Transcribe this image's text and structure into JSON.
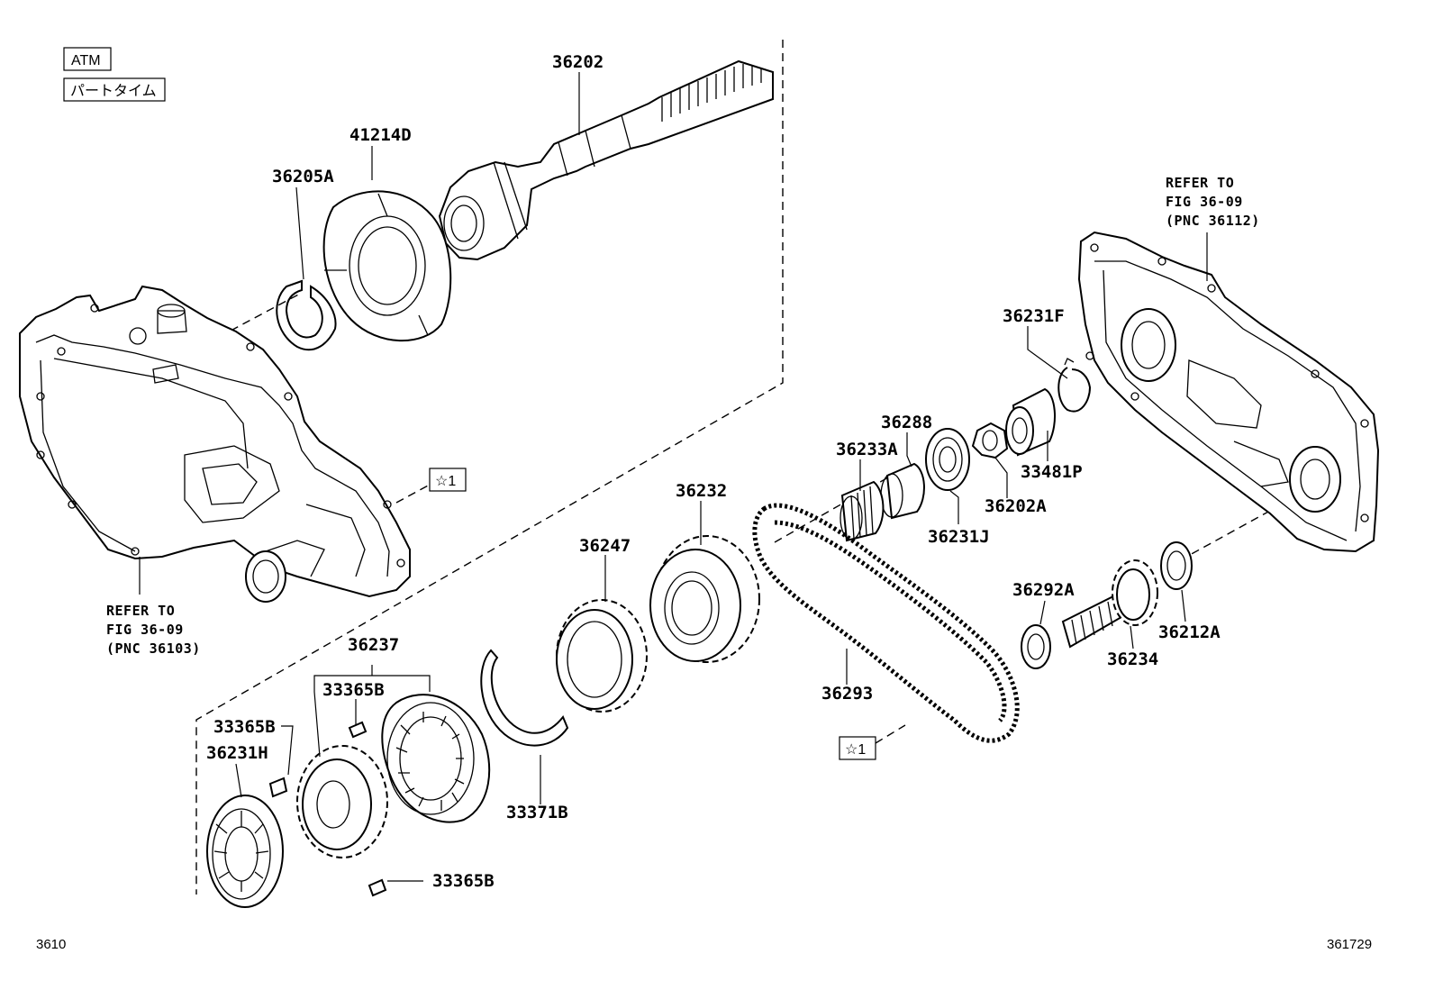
{
  "tags": {
    "atm": "ATM",
    "part_time": "パートタイム",
    "star_ref": "☆1"
  },
  "refs": {
    "left": {
      "line1": "REFER TO",
      "line2": "FIG 36-09",
      "line3": "(PNC 36103)"
    },
    "right": {
      "line1": "REFER TO",
      "line2": "FIG 36-09",
      "line3": "(PNC 36112)"
    }
  },
  "parts": {
    "p36202": "36202",
    "p41214d": "41214D",
    "p36205a": "36205A",
    "p36231f": "36231F",
    "p36288": "36288",
    "p36233a": "36233A",
    "p33481p": "33481P",
    "p36202a": "36202A",
    "p36231j": "36231J",
    "p36232": "36232",
    "p36247": "36247",
    "p36237": "36237",
    "p33365b_a": "33365B",
    "p33365b_b": "33365B",
    "p36231h": "36231H",
    "p33365b_c": "33365B",
    "p33371b": "33371B",
    "p36293": "36293",
    "p36292a": "36292A",
    "p36212a": "36212A",
    "p36234": "36234"
  },
  "corners": {
    "bottom_left": "3610",
    "bottom_right": "361729"
  }
}
